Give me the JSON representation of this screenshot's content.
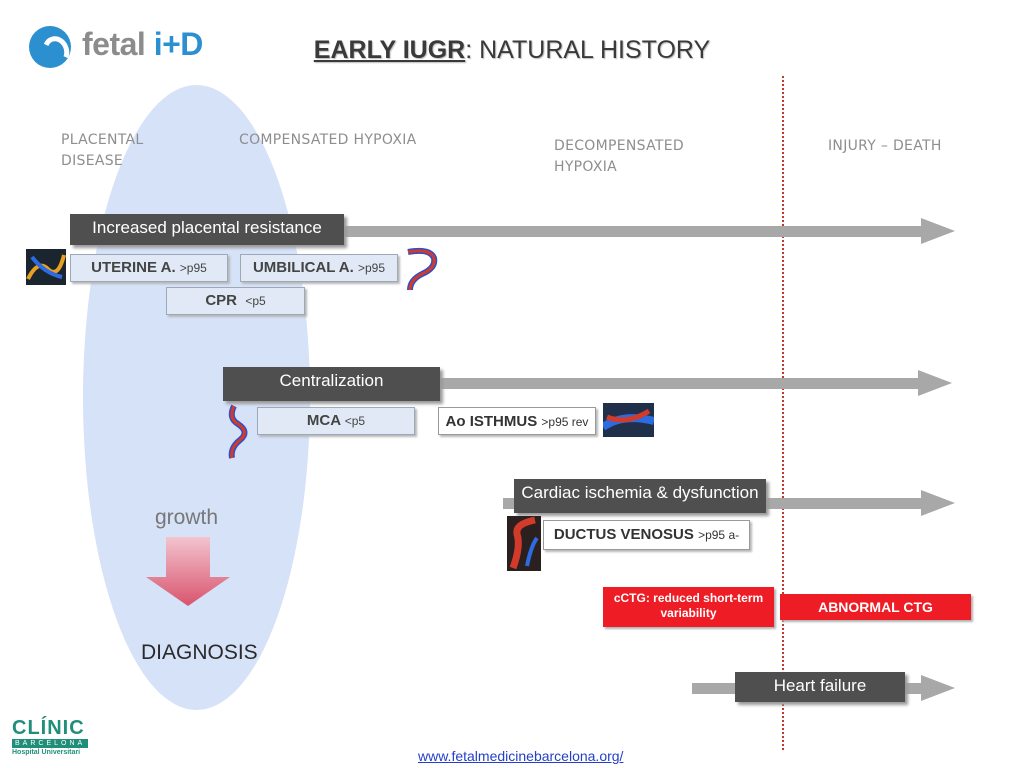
{
  "header": {
    "logo_text_main": "fetal ",
    "logo_text_accent": "i+D",
    "title_bold": "EARLY IUGR",
    "title_rest": ": NATURAL HISTORY"
  },
  "phases": {
    "placental": [
      "PLACENTAL",
      "DISEASE"
    ],
    "compensated": "COMPENSATED HYPOXIA",
    "decompensated": [
      "DECOMPENSATED",
      "HYPOXIA"
    ],
    "injury": "INJURY – DEATH"
  },
  "rows": {
    "placental_resistance": {
      "label": "Increased placental resistance",
      "uterine": {
        "name": "UTERINE A",
        "suffix": ". ",
        "value": ">p95"
      },
      "umbilical": {
        "name": "UMBILICAL A",
        "suffix": ". ",
        "value": ">p95"
      },
      "cpr": {
        "name": "CPR",
        "value": "<p5"
      }
    },
    "centralization": {
      "label": "Centralization",
      "mca": {
        "name": "MCA",
        "value": "<p5"
      },
      "ao_isthmus": {
        "name": "Ao ISTHMUS",
        "value": ">p95 rev"
      }
    },
    "cardiac": {
      "label": "Cardiac ischemia & dysfunction",
      "ductus": {
        "name": "DUCTUS VENOSUS",
        "value": ">p95 a-"
      }
    },
    "ctg": {
      "reduced_line1": "cCTG: reduced short-term",
      "reduced_line2": "variability",
      "abnormal": "ABNORMAL CTG"
    },
    "heart_failure": {
      "label": "Heart failure"
    }
  },
  "growth": {
    "label": "growth",
    "diagnosis": "DIAGNOSIS"
  },
  "footer": {
    "url": "www.fetalmedicinebarcelona.org/",
    "clinic_name": "CLÍNIC",
    "clinic_city": "BARCELONA",
    "clinic_sub": "Hospital Universitari"
  },
  "colors": {
    "accent": "#2b8fd0",
    "ellipse": "#d6e2f8",
    "arrow": "#a8a8a8",
    "dark_bar": "#4f4f4f",
    "alert_red": "#ee1c24"
  }
}
